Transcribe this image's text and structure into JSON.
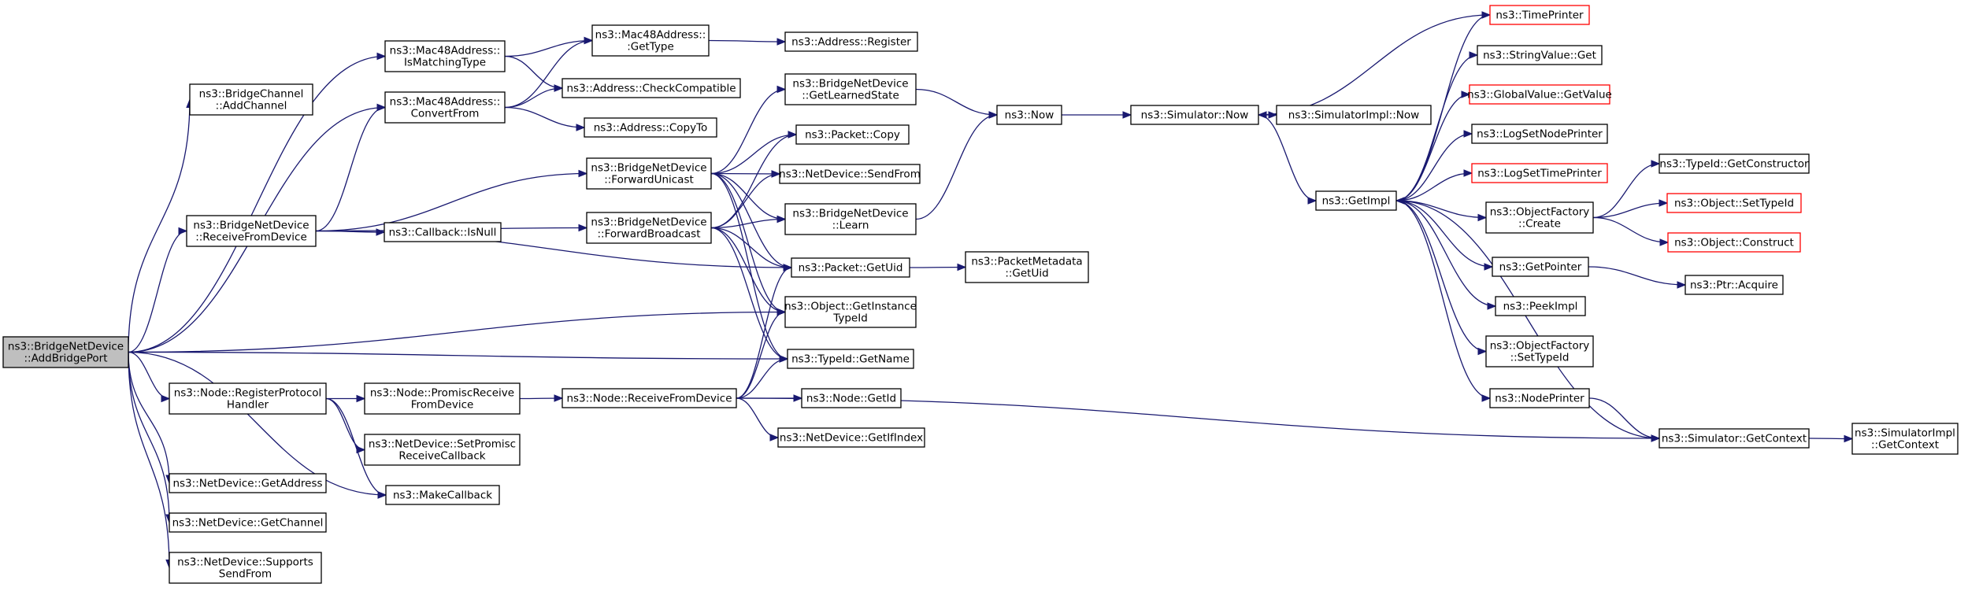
{
  "colors": {
    "edge": "#191970",
    "root_fill": "#bfbfbf",
    "truncated_border": "#ff0000",
    "border": "#000000"
  },
  "nodes": {
    "root": [
      "ns3::BridgeNetDevice",
      "::AddBridgePort"
    ],
    "bc_addchannel": [
      "ns3::BridgeChannel",
      "::AddChannel"
    ],
    "mac_ismatching": [
      "ns3::Mac48Address::",
      "IsMatchingType"
    ],
    "mac_convertfrom": [
      "ns3::Mac48Address::",
      "ConvertFrom"
    ],
    "bnd_receive": [
      "ns3::BridgeNetDevice",
      "::ReceiveFromDevice"
    ],
    "node_regproto": [
      "ns3::Node::RegisterProtocol",
      "Handler"
    ],
    "nd_getaddress": [
      "ns3::NetDevice::GetAddress"
    ],
    "nd_getchannel": [
      "ns3::NetDevice::GetChannel"
    ],
    "nd_supportssendfrom": [
      "ns3::NetDevice::Supports",
      "SendFrom"
    ],
    "mac_gettype": [
      "ns3::Mac48Address::",
      ":GetType"
    ],
    "addr_checkcompat": [
      "ns3::Address::CheckCompatible"
    ],
    "addr_copyto": [
      "ns3::Address::CopyTo"
    ],
    "cb_isnull": [
      "ns3::Callback::IsNull"
    ],
    "bnd_fwdunicast": [
      "ns3::BridgeNetDevice",
      "::ForwardUnicast"
    ],
    "bnd_fwdbroadcast": [
      "ns3::BridgeNetDevice",
      "::ForwardBroadcast"
    ],
    "node_promisc": [
      "ns3::Node::PromiscReceive",
      "FromDevice"
    ],
    "nd_setpromisc": [
      "ns3::NetDevice::SetPromisc",
      "ReceiveCallback"
    ],
    "makecallback": [
      "ns3::MakeCallback"
    ],
    "node_receive": [
      "ns3::Node::ReceiveFromDevice"
    ],
    "addr_register": [
      "ns3::Address::Register"
    ],
    "bnd_getlearned": [
      "ns3::BridgeNetDevice",
      "::GetLearnedState"
    ],
    "pkt_copy": [
      "ns3::Packet::Copy"
    ],
    "nd_sendfrom": [
      "ns3::NetDevice::SendFrom"
    ],
    "bnd_learn": [
      "ns3::BridgeNetDevice",
      "::Learn"
    ],
    "pkt_getuid": [
      "ns3::Packet::GetUid"
    ],
    "obj_getinstance": [
      "ns3::Object::GetInstance",
      "TypeId"
    ],
    "typeid_getname": [
      "ns3::TypeId::GetName"
    ],
    "node_getid": [
      "ns3::Node::GetId"
    ],
    "nd_getifindex": [
      "ns3::NetDevice::GetIfIndex"
    ],
    "pktmeta_getuid": [
      "ns3::PacketMetadata",
      "::GetUid"
    ],
    "now": [
      "ns3::Now"
    ],
    "sim_now": [
      "ns3::Simulator::Now"
    ],
    "simimpl_now": [
      "ns3::SimulatorImpl::Now"
    ],
    "getimpl": [
      "ns3::GetImpl"
    ],
    "timeprinter": [
      "ns3::TimePrinter"
    ],
    "stringvalue_get": [
      "ns3::StringValue::Get"
    ],
    "globalvalue_getvalue": [
      "ns3::GlobalValue::GetValue"
    ],
    "logsetnodeprinter": [
      "ns3::LogSetNodePrinter"
    ],
    "logsettimeprinter": [
      "ns3::LogSetTimePrinter"
    ],
    "objfactory_create": [
      "ns3::ObjectFactory",
      "::Create"
    ],
    "getpointer": [
      "ns3::GetPointer"
    ],
    "peekimpl": [
      "ns3::PeekImpl"
    ],
    "objfactory_settypeid": [
      "ns3::ObjectFactory",
      "::SetTypeId"
    ],
    "nodeprinter": [
      "ns3::NodePrinter"
    ],
    "sim_getcontext": [
      "ns3::Simulator::GetContext"
    ],
    "typeid_getconstructor": [
      "ns3::TypeId::GetConstructor"
    ],
    "obj_settypeid": [
      "ns3::Object::SetTypeId"
    ],
    "obj_construct": [
      "ns3::Object::Construct"
    ],
    "ptr_acquire": [
      "ns3::Ptr::Acquire"
    ],
    "simimpl_getcontext": [
      "ns3::SimulatorImpl",
      "::GetContext"
    ]
  },
  "edges": [
    [
      "root",
      "bc_addchannel"
    ],
    [
      "root",
      "mac_ismatching"
    ],
    [
      "root",
      "mac_convertfrom"
    ],
    [
      "root",
      "bnd_receive"
    ],
    [
      "root",
      "node_regproto"
    ],
    [
      "root",
      "nd_getaddress"
    ],
    [
      "root",
      "nd_getchannel"
    ],
    [
      "root",
      "nd_supportssendfrom"
    ],
    [
      "root",
      "obj_getinstance"
    ],
    [
      "root",
      "typeid_getname"
    ],
    [
      "root",
      "makecallback"
    ],
    [
      "mac_ismatching",
      "mac_gettype"
    ],
    [
      "mac_ismatching",
      "addr_checkcompat"
    ],
    [
      "mac_convertfrom",
      "mac_gettype"
    ],
    [
      "mac_convertfrom",
      "addr_checkcompat"
    ],
    [
      "mac_convertfrom",
      "addr_copyto"
    ],
    [
      "mac_gettype",
      "addr_register"
    ],
    [
      "bnd_receive",
      "mac_convertfrom"
    ],
    [
      "bnd_receive",
      "cb_isnull"
    ],
    [
      "bnd_receive",
      "bnd_fwdunicast"
    ],
    [
      "bnd_receive",
      "bnd_fwdbroadcast"
    ],
    [
      "bnd_receive",
      "pkt_getuid"
    ],
    [
      "bnd_fwdunicast",
      "bnd_getlearned"
    ],
    [
      "bnd_fwdunicast",
      "pkt_copy"
    ],
    [
      "bnd_fwdunicast",
      "nd_sendfrom"
    ],
    [
      "bnd_fwdunicast",
      "bnd_learn"
    ],
    [
      "bnd_fwdunicast",
      "pkt_getuid"
    ],
    [
      "bnd_fwdunicast",
      "obj_getinstance"
    ],
    [
      "bnd_fwdunicast",
      "typeid_getname"
    ],
    [
      "bnd_fwdbroadcast",
      "pkt_copy"
    ],
    [
      "bnd_fwdbroadcast",
      "nd_sendfrom"
    ],
    [
      "bnd_fwdbroadcast",
      "bnd_learn"
    ],
    [
      "bnd_fwdbroadcast",
      "pkt_getuid"
    ],
    [
      "bnd_fwdbroadcast",
      "obj_getinstance"
    ],
    [
      "bnd_fwdbroadcast",
      "typeid_getname"
    ],
    [
      "node_regproto",
      "node_promisc"
    ],
    [
      "node_regproto",
      "nd_setpromisc"
    ],
    [
      "node_regproto",
      "makecallback"
    ],
    [
      "node_promisc",
      "node_receive"
    ],
    [
      "node_receive",
      "pkt_getuid"
    ],
    [
      "node_receive",
      "obj_getinstance"
    ],
    [
      "node_receive",
      "typeid_getname"
    ],
    [
      "node_receive",
      "node_getid"
    ],
    [
      "node_receive",
      "nd_getifindex"
    ],
    [
      "node_receive",
      "sim_getcontext"
    ],
    [
      "pkt_getuid",
      "pktmeta_getuid"
    ],
    [
      "bnd_getlearned",
      "now"
    ],
    [
      "bnd_learn",
      "now"
    ],
    [
      "now",
      "sim_now"
    ],
    [
      "sim_now",
      "simimpl_now"
    ],
    [
      "sim_now",
      "getimpl"
    ],
    [
      "timeprinter",
      "sim_now"
    ],
    [
      "getimpl",
      "timeprinter"
    ],
    [
      "getimpl",
      "stringvalue_get"
    ],
    [
      "getimpl",
      "globalvalue_getvalue"
    ],
    [
      "getimpl",
      "logsetnodeprinter"
    ],
    [
      "getimpl",
      "logsettimeprinter"
    ],
    [
      "getimpl",
      "objfactory_create"
    ],
    [
      "getimpl",
      "getpointer"
    ],
    [
      "getimpl",
      "peekimpl"
    ],
    [
      "getimpl",
      "objfactory_settypeid"
    ],
    [
      "getimpl",
      "nodeprinter"
    ],
    [
      "sim_getcontext",
      "getimpl"
    ],
    [
      "nodeprinter",
      "sim_getcontext"
    ],
    [
      "sim_getcontext",
      "simimpl_getcontext"
    ],
    [
      "objfactory_create",
      "typeid_getconstructor"
    ],
    [
      "objfactory_create",
      "obj_settypeid"
    ],
    [
      "objfactory_create",
      "obj_construct"
    ],
    [
      "getpointer",
      "ptr_acquire"
    ]
  ]
}
